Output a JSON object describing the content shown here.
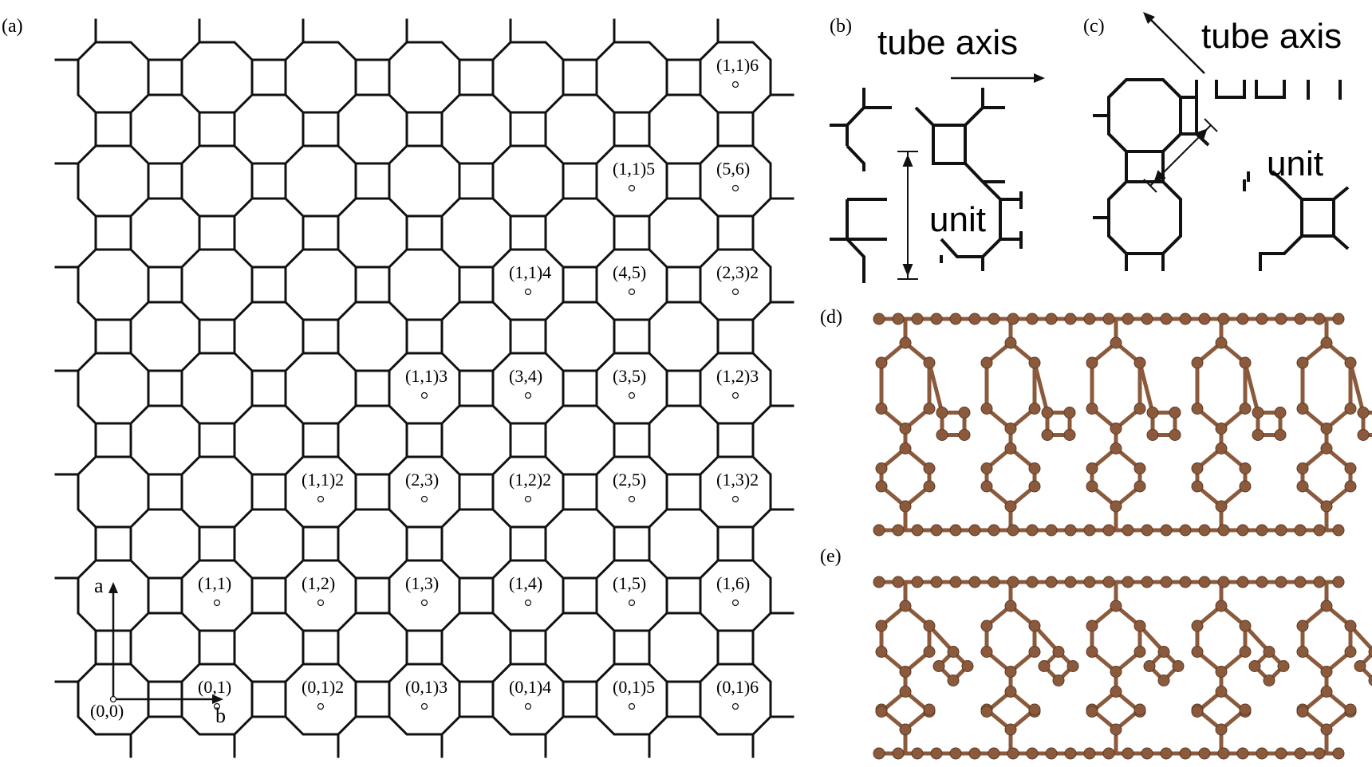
{
  "panels": {
    "a": {
      "label": "(a)"
    },
    "b": {
      "label": "(b)",
      "caption": "tube axis",
      "unit": "unit"
    },
    "c": {
      "label": "(c)",
      "caption": "tube axis",
      "unit": "unit"
    },
    "d": {
      "label": "(d)"
    },
    "e": {
      "label": "(e)"
    }
  },
  "lattice": {
    "vector_a": "a",
    "vector_b": "b",
    "origin": "(0,0)",
    "rows": [
      [
        "",
        "",
        "",
        "",
        "",
        "(1,1)6"
      ],
      [
        "",
        "",
        "",
        "",
        "(1,1)5",
        "(5,6)"
      ],
      [
        "",
        "",
        "",
        "(1,1)4",
        "(4,5)",
        "(2,3)2"
      ],
      [
        "",
        "",
        "(1,1)3",
        "(3,4)",
        "(3,5)",
        "(1,2)3"
      ],
      [
        "",
        "(1,1)2",
        "(2,3)",
        "(1,2)2",
        "(2,5)",
        "(1,3)2"
      ],
      [
        "(1,1)",
        "(1,2)",
        "(1,3)",
        "(1,4)",
        "(1,5)",
        "(1,6)"
      ],
      [
        "(0,1)",
        "(0,1)2",
        "(0,1)3",
        "(0,1)4",
        "(0,1)5",
        "(0,1)6"
      ]
    ]
  },
  "colors": {
    "line": "#111111",
    "atom": "#8b5a3c",
    "bond": "#8b5a3c"
  }
}
